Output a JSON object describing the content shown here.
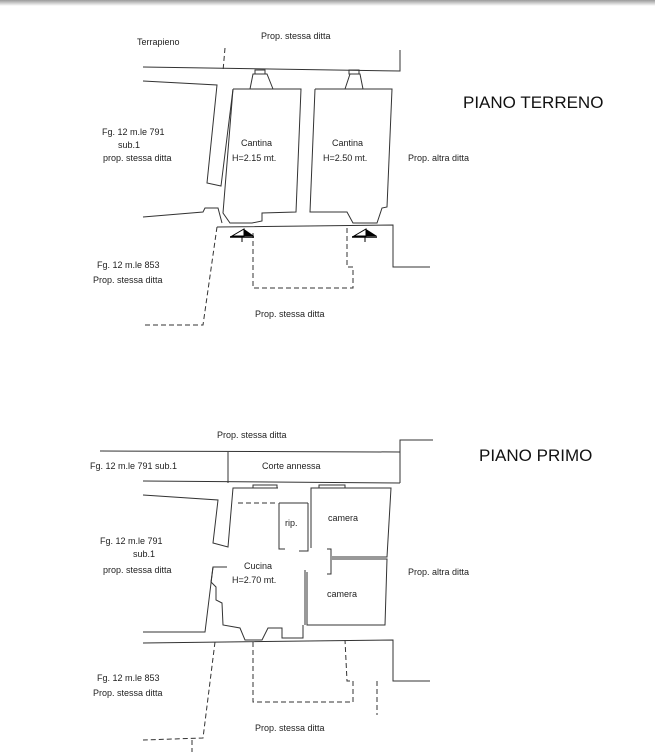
{
  "ground_floor": {
    "title": "PIANO TERRENO",
    "labels": {
      "terrapieno": "Terrapieno",
      "top": "Prop. stessa ditta",
      "left_parcel_1": "Fg. 12 m.le 791",
      "left_parcel_2": "sub.1",
      "left_parcel_3": "prop. stessa ditta",
      "right": "Prop. altra ditta",
      "lower_parcel_1": "Fg. 12 m.le 853",
      "lower_parcel_2": "Prop. stessa ditta",
      "bottom": "Prop. stessa ditta"
    },
    "rooms": [
      {
        "name": "Cantina",
        "height": "H=2.15 mt."
      },
      {
        "name": "Cantina",
        "height": "H=2.50 mt."
      }
    ]
  },
  "first_floor": {
    "title": "PIANO PRIMO",
    "labels": {
      "top": "Prop. stessa ditta",
      "parcel_row": "Fg. 12 m.le 791 sub.1",
      "court": "Corte annessa",
      "left_parcel_1": "Fg. 12 m.le 791",
      "left_parcel_2": "sub.1",
      "left_parcel_3": "prop. stessa ditta",
      "right": "Prop. altra ditta",
      "lower_parcel_1": "Fg. 12 m.le 853",
      "lower_parcel_2": "Prop. stessa ditta",
      "bottom": "Prop. stessa ditta"
    },
    "rooms": [
      {
        "name": "rip."
      },
      {
        "name": "camera"
      },
      {
        "name": "Cucina",
        "height": "H=2.70 mt."
      },
      {
        "name": "camera"
      }
    ]
  }
}
